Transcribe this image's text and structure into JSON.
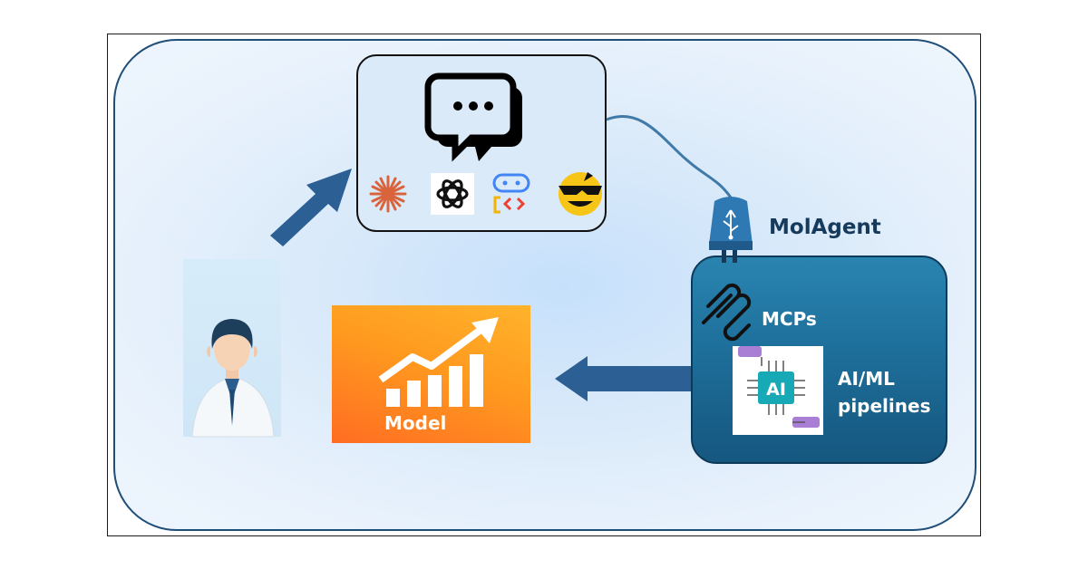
{
  "diagram": {
    "nodes": {
      "molagent": {
        "label": "MolAgent"
      },
      "mcps": {
        "label": "MCPs"
      },
      "aiml": {
        "label_line1": "AI/ML",
        "label_line2": "pipelines",
        "chip_text": "AI"
      },
      "model": {
        "label": "Model"
      }
    },
    "colors": {
      "outline": "#1f4e79",
      "arrow": "#2c5f93",
      "connector": "#3f7aa8",
      "model_orange": "#ff8c1f",
      "molagent_panel": "#1e6f9b",
      "chip_teal": "#18a9b6",
      "cylinder_purple": "#a97fd6"
    },
    "icons": [
      "chat-bubbles-icon",
      "claude-icon",
      "openai-icon",
      "gemini-code-icon",
      "emoji-sunglasses-icon",
      "usb-plug-icon",
      "mcp-icon",
      "ai-chip-icon",
      "growth-chart-icon",
      "scientist-icon"
    ]
  }
}
